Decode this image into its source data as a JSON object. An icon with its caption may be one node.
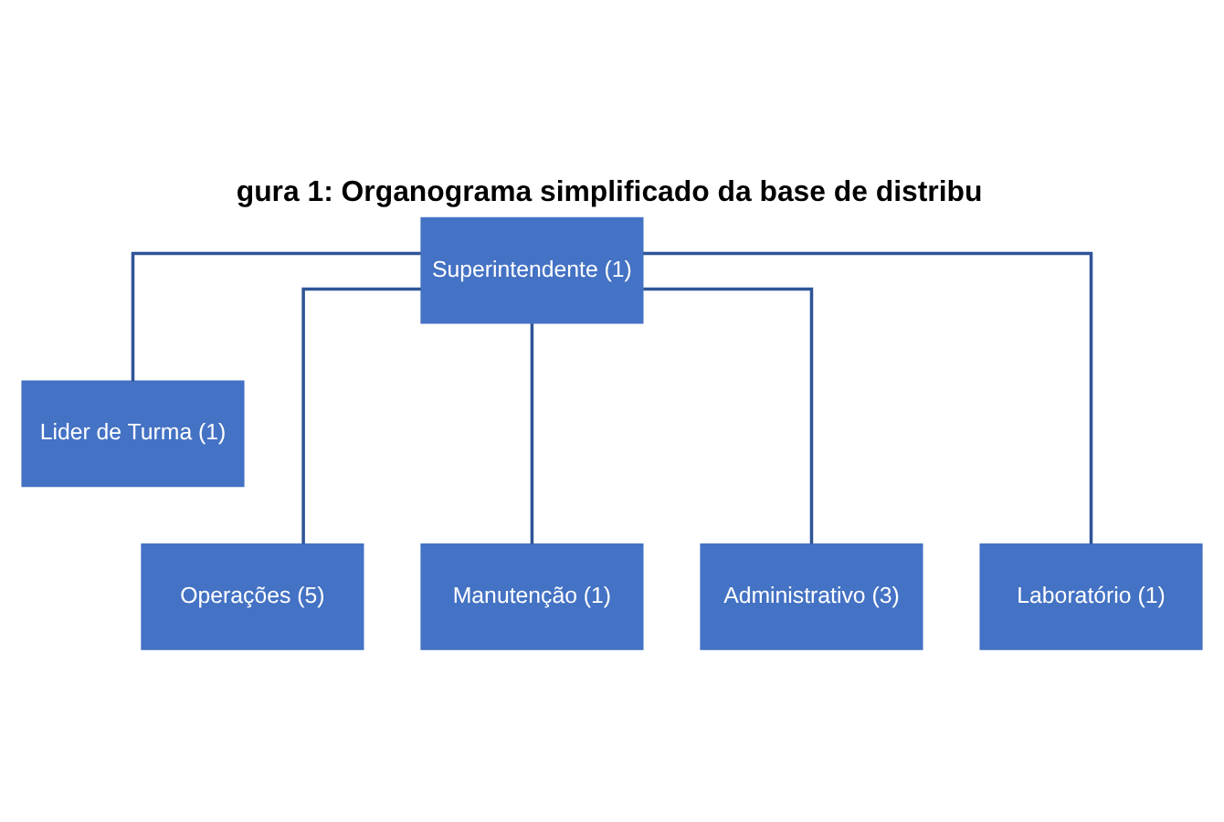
{
  "diagram": {
    "title": "gura 1: Organograma simplificado da base de distribu",
    "nodes": [
      {
        "text": [
          "Superintendente (1)"
        ]
      },
      {
        "text": [
          "Lider de Turma (1)"
        ]
      },
      {
        "text": [
          "Operações (5)"
        ]
      },
      {
        "text": [
          "Manutenção (1)"
        ]
      },
      {
        "text": [
          "Administrativo (3)"
        ]
      },
      {
        "text": [
          "Laboratório (1)"
        ]
      }
    ],
    "edges": [
      {
        "from": 0,
        "to": 1,
        "arrow": "none"
      },
      {
        "from": 0,
        "to": 2,
        "arrow": "none"
      },
      {
        "from": 0,
        "to": 3,
        "arrow": "none"
      },
      {
        "from": 0,
        "to": 4,
        "arrow": "none"
      },
      {
        "from": 0,
        "to": 5,
        "arrow": "none"
      }
    ]
  }
}
